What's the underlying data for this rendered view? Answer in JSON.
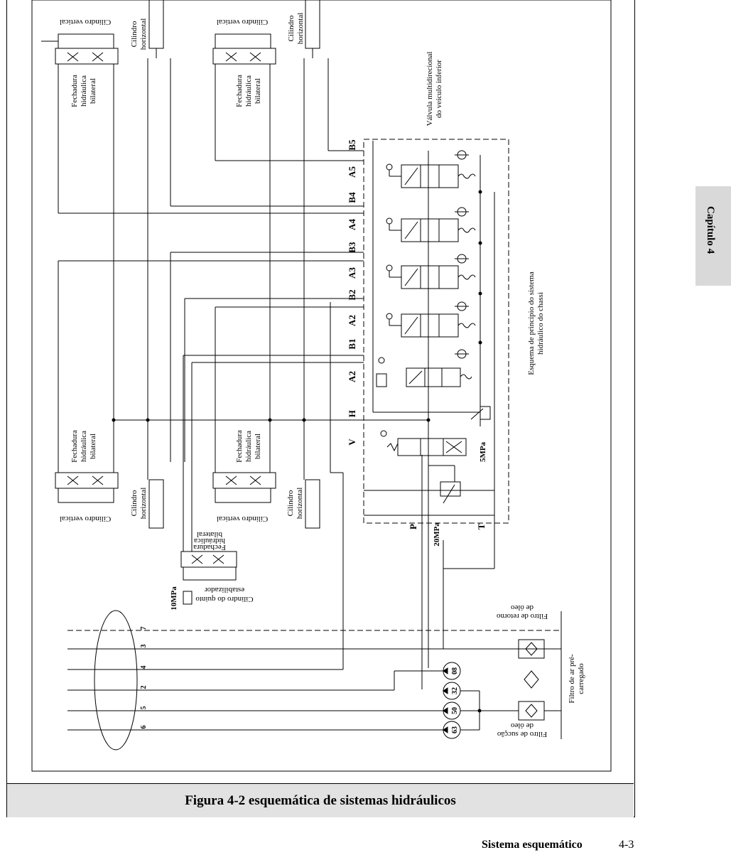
{
  "figure": {
    "caption": "Figura 4-2 esquemática de sistemas hidráulicos",
    "labels": {
      "cilindro_vertical": "Cilindro vertical",
      "cilindro_horizontal_1": "Cilindro",
      "cilindro_horizontal_2": "horizontal",
      "fechadura_1": "Fechadura",
      "fechadura_2": "hidráulica",
      "fechadura_3": "bilateral",
      "valvula_1": "Válvula multidirecional",
      "valvula_2": "do veículo inferior",
      "esquema_1": "Esquema de princípio do sistema",
      "esquema_2": "hidráulico do chassi",
      "quinto_1": "Cilindro do quinto",
      "quinto_2": "estabilizador",
      "pressure_10": "10MPa",
      "pressure_5": "5MPa",
      "pressure_20": "20MPa",
      "filtro_retorno_1": "Filtro de retorno",
      "filtro_retorno_2": "de óleo",
      "filtro_ar_1": "Filtro de ar pré-",
      "filtro_ar_2": "carregado",
      "filtro_succao_1": "Filtro de sucção",
      "filtro_succao_2": "de óleo"
    },
    "ports": [
      "B5",
      "A5",
      "B4",
      "A4",
      "B3",
      "A3",
      "B2",
      "A2",
      "B1",
      "A2",
      "H",
      "V",
      "P",
      "T"
    ],
    "pumps": [
      "08",
      "32",
      "50",
      "63"
    ],
    "line_numbers": [
      "7",
      "3",
      "4",
      "2",
      "5",
      "6"
    ]
  },
  "chapter": {
    "label": "Capítulo 4"
  },
  "footer": {
    "title": "Sistema esquemático",
    "page": "4-3"
  }
}
